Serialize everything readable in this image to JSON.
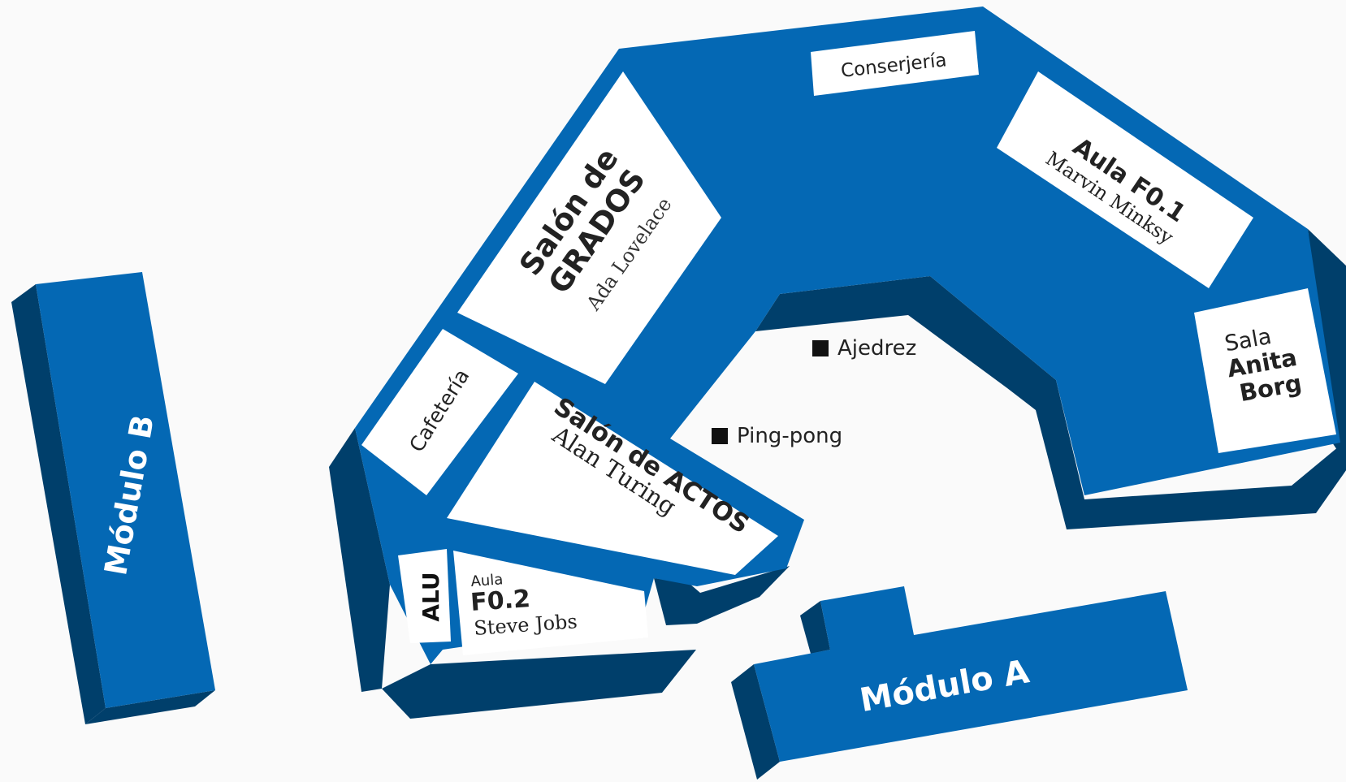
{
  "colors": {
    "building_top": "#0468b4",
    "building_side": "#003f6b",
    "room_fill": "#ffffff",
    "background": "#fafafa",
    "label_dark": "#222222",
    "label_white": "#ffffff"
  },
  "buildings": {
    "modulo_b": "Módulo B",
    "modulo_a": "Módulo A"
  },
  "rooms": {
    "conserjeria": "Conserjería",
    "salon_grados": {
      "line1": "Salón de",
      "line2": "GRADOS",
      "name": "Ada Lovelace"
    },
    "aula_f01": {
      "title": "Aula F0.1",
      "name": "Marvin Minksy"
    },
    "sala_anita": {
      "line1": "Sala",
      "line2": "Anita",
      "line3": "Borg"
    },
    "cafeteria": "Cafetería",
    "salon_actos": {
      "title": "Salón de ACTOS",
      "name": "Alan Turing"
    },
    "alu": "ALU",
    "aula_f02": {
      "prefix": "Aula",
      "code": "F0.2",
      "name": "Steve Jobs"
    }
  },
  "points": {
    "ajedrez": "Ajedrez",
    "pingpong": "Ping-pong"
  }
}
